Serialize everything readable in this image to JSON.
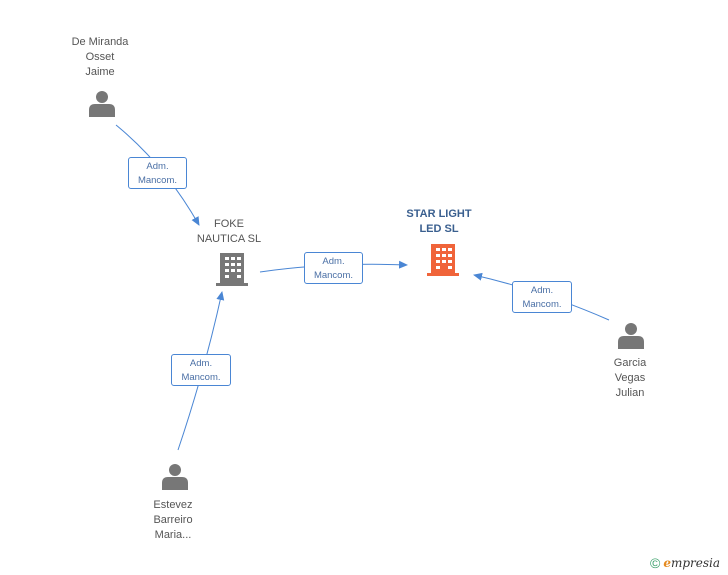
{
  "nodes": {
    "de_miranda": {
      "label": "De Miranda\nOsset\nJaime",
      "kind": "person"
    },
    "foke": {
      "label": "FOKE\nNAUTICA SL",
      "kind": "company"
    },
    "starlight": {
      "label": "STAR LIGHT\nLED  SL",
      "kind": "company-main"
    },
    "garcia": {
      "label": "Garcia\nVegas\nJulian",
      "kind": "person"
    },
    "estevez": {
      "label": "Estevez\nBarreiro\nMaria...",
      "kind": "person"
    }
  },
  "edges": {
    "e1": {
      "label": "Adm.\nMancom.",
      "from": "de_miranda",
      "to": "foke"
    },
    "e2": {
      "label": "Adm.\nMancom.",
      "from": "foke",
      "to": "starlight"
    },
    "e3": {
      "label": "Adm.\nMancom.",
      "from": "garcia",
      "to": "starlight"
    },
    "e4": {
      "label": "Adm.\nMancom.",
      "from": "estevez",
      "to": "foke"
    }
  },
  "colors": {
    "edge": "#4a86d4",
    "person_icon": "#777777",
    "company_icon": "#777777",
    "main_company_icon": "#f0643a"
  },
  "footer": {
    "symbol": "©",
    "brand_first": "e",
    "brand_rest": "mpresia"
  }
}
